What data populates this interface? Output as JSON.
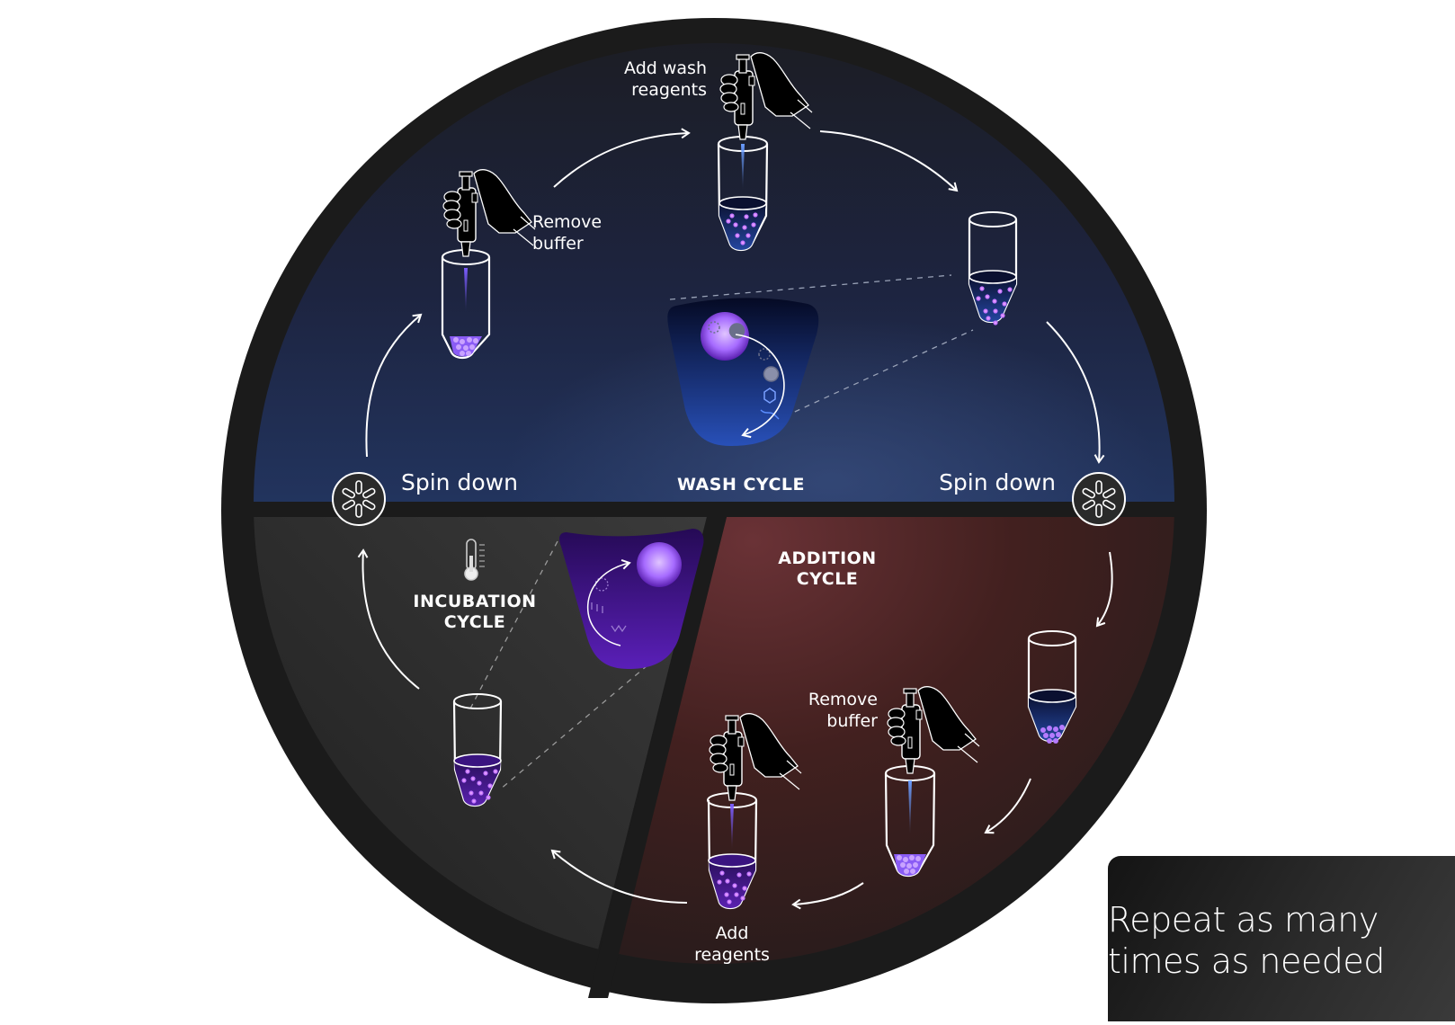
{
  "diagram": {
    "cycles": {
      "wash": {
        "title": "WASH CYCLE",
        "color": "#1d2a4a"
      },
      "incubation": {
        "title_line1": "INCUBATION",
        "title_line2": "CYCLE",
        "color": "#2b2b2b"
      },
      "addition": {
        "title_line1": "ADDITION",
        "title_line2": "CYCLE",
        "color": "#4a1f22"
      }
    },
    "steps": {
      "add_wash": {
        "line1": "Add wash",
        "line2": "reagents"
      },
      "remove_buffer_wash": {
        "line1": "Remove",
        "line2": "buffer"
      },
      "spin_down_left": "Spin down",
      "spin_down_right": "Spin down",
      "remove_buffer_addition": {
        "line1": "Remove",
        "line2": "buffer"
      },
      "add_reagents": {
        "line1": "Add",
        "line2": "reagents"
      }
    },
    "icons": [
      "pipette-hand-icon",
      "tube-icon",
      "centrifuge-icon",
      "thermometer-icon",
      "bead-icon",
      "arrow-icon"
    ],
    "colors": {
      "outer_ring": "#1b1b1b",
      "bead_purple": "#b57bff",
      "liquid_blue": "#1e3a8a",
      "liquid_purple": "#4c1d95"
    }
  },
  "callout": {
    "line1": "Repeat as many",
    "line2": "times as needed"
  }
}
